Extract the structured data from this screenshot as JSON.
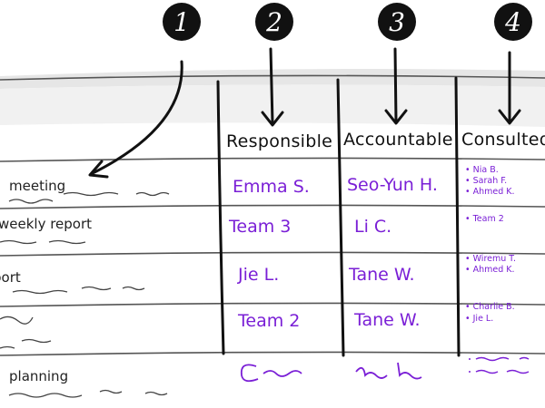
{
  "callouts": [
    "1",
    "2",
    "3",
    "4"
  ],
  "columns": {
    "responsible": "Responsible",
    "accountable": "Accountable",
    "consulted": "Consulted"
  },
  "rows": [
    {
      "task": "meeting",
      "responsible": "Emma S.",
      "accountable": "Seo-Yun H.",
      "consulted": [
        "Nia B.",
        "Sarah F.",
        "Ahmed K."
      ]
    },
    {
      "task": "weekly report",
      "responsible": "Team 3",
      "accountable": "Li C.",
      "consulted": [
        "Team 2"
      ]
    },
    {
      "task": "port",
      "responsible": "Jie L.",
      "accountable": "Tane W.",
      "consulted": [
        "Wiremu T.",
        "Ahmed K."
      ]
    },
    {
      "task": "",
      "responsible": "Team 2",
      "accountable": "Tane W.",
      "consulted": [
        "Charlie B.",
        "Jie L."
      ]
    },
    {
      "task": "planning",
      "responsible": "",
      "accountable": "",
      "consulted": []
    }
  ],
  "colors": {
    "ink": "#111111",
    "marker": "#7a1fd6",
    "rule": "#555555"
  }
}
